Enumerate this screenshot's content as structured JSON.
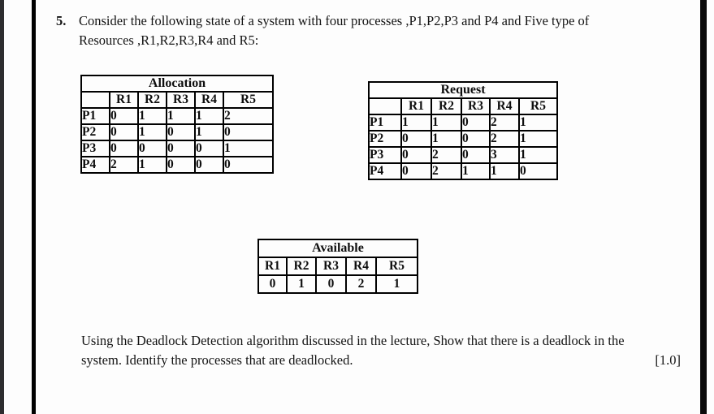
{
  "question": {
    "number": "5.",
    "line1": "Consider the following state of a system with four processes ,P1,P2,P3 and P4 and Five type of",
    "line2": "Resources ,R1,R2,R3,R4 and R5:"
  },
  "allocation_table": {
    "title": "Allocation",
    "resource_headers": [
      "R1",
      "R2",
      "R3",
      "R4",
      "R5"
    ],
    "rows": [
      {
        "process": "P1",
        "values": [
          "0",
          "1",
          "1",
          "1",
          "2"
        ]
      },
      {
        "process": "P2",
        "values": [
          "0",
          "1",
          "0",
          "1",
          "0"
        ]
      },
      {
        "process": "P3",
        "values": [
          "0",
          "0",
          "0",
          "0",
          "1"
        ]
      },
      {
        "process": "P4",
        "values": [
          "2",
          "1",
          "0",
          "0",
          "0"
        ]
      }
    ]
  },
  "request_table": {
    "title": "Request",
    "resource_headers": [
      "R1",
      "R2",
      "R3",
      "R4",
      "R5"
    ],
    "rows": [
      {
        "process": "P1",
        "values": [
          "1",
          "1",
          "0",
          "2",
          "1"
        ]
      },
      {
        "process": "P2",
        "values": [
          "0",
          "1",
          "0",
          "2",
          "1"
        ]
      },
      {
        "process": "P3",
        "values": [
          "0",
          "2",
          "0",
          "3",
          "1"
        ]
      },
      {
        "process": "P4",
        "values": [
          "0",
          "2",
          "1",
          "1",
          "0"
        ]
      }
    ]
  },
  "available_table": {
    "title": "Available",
    "resource_headers": [
      "R1",
      "R2",
      "R3",
      "R4",
      "R5"
    ],
    "values": [
      "0",
      "1",
      "0",
      "2",
      "1"
    ]
  },
  "footer": {
    "line1": "Using the Deadlock Detection algorithm discussed in the lecture, Show that there is a deadlock in the",
    "line2": "system. Identify the processes that are deadlocked.",
    "marks": "[1.0]"
  },
  "colors": {
    "page_background": "#fdfdfd",
    "text": "#141414",
    "table_border": "#000000",
    "left_strip": "#2d2d2f",
    "divider_line": "#000000",
    "right_bar": "#0a0a0a"
  }
}
